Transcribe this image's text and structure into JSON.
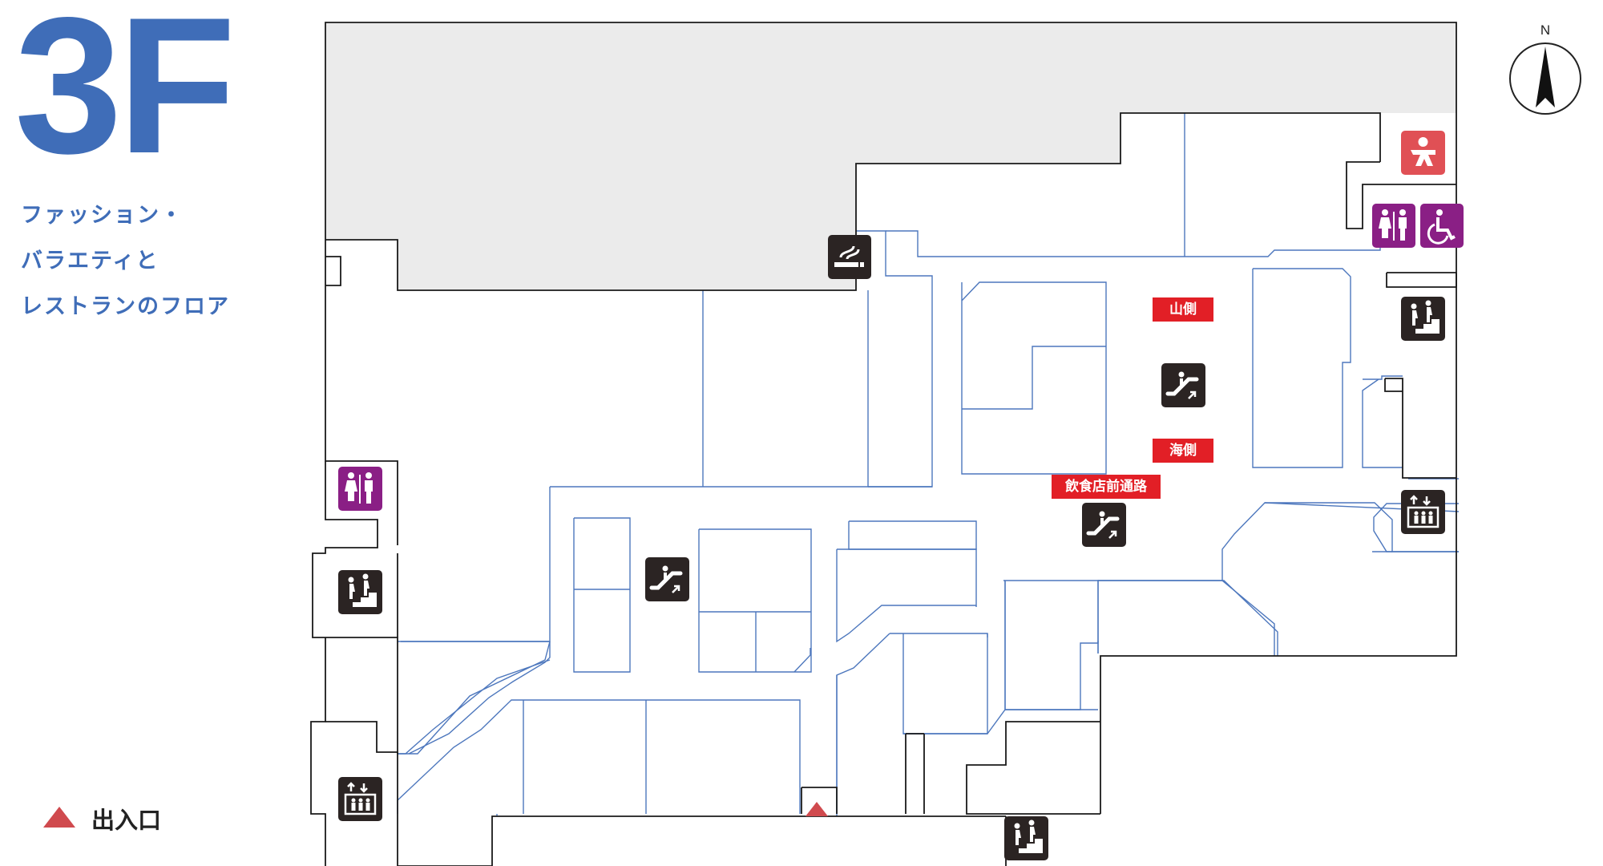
{
  "floor_title": "3F",
  "subtitle_lines": [
    "ファッション・",
    "バラエティと",
    "レストランのフロア"
  ],
  "legend": {
    "entrance_label": "出入口"
  },
  "compass": {
    "north_label": "N"
  },
  "signs": {
    "mountain_side": "山側",
    "sea_side": "海側",
    "restaurant_passage": "飲食店前通路"
  },
  "icons": [
    "smoking-area-icon",
    "baby-care-icon",
    "restroom-icon",
    "accessible-restroom-icon",
    "stairs-icon",
    "escalator-icon",
    "elevator-icon",
    "entrance-marker-icon"
  ],
  "colors": {
    "title_blue": "#3f6db8",
    "sign_red": "#e21f26",
    "restroom_purple": "#8a1f85",
    "baby_care_red": "#e05055",
    "icon_dark": "#2b2423",
    "entrance_red": "#d04a4e",
    "unused_area_gray": "#ebebeb",
    "wall_black": "#1a1a1a",
    "shop_line_blue": "#4d77bd"
  }
}
